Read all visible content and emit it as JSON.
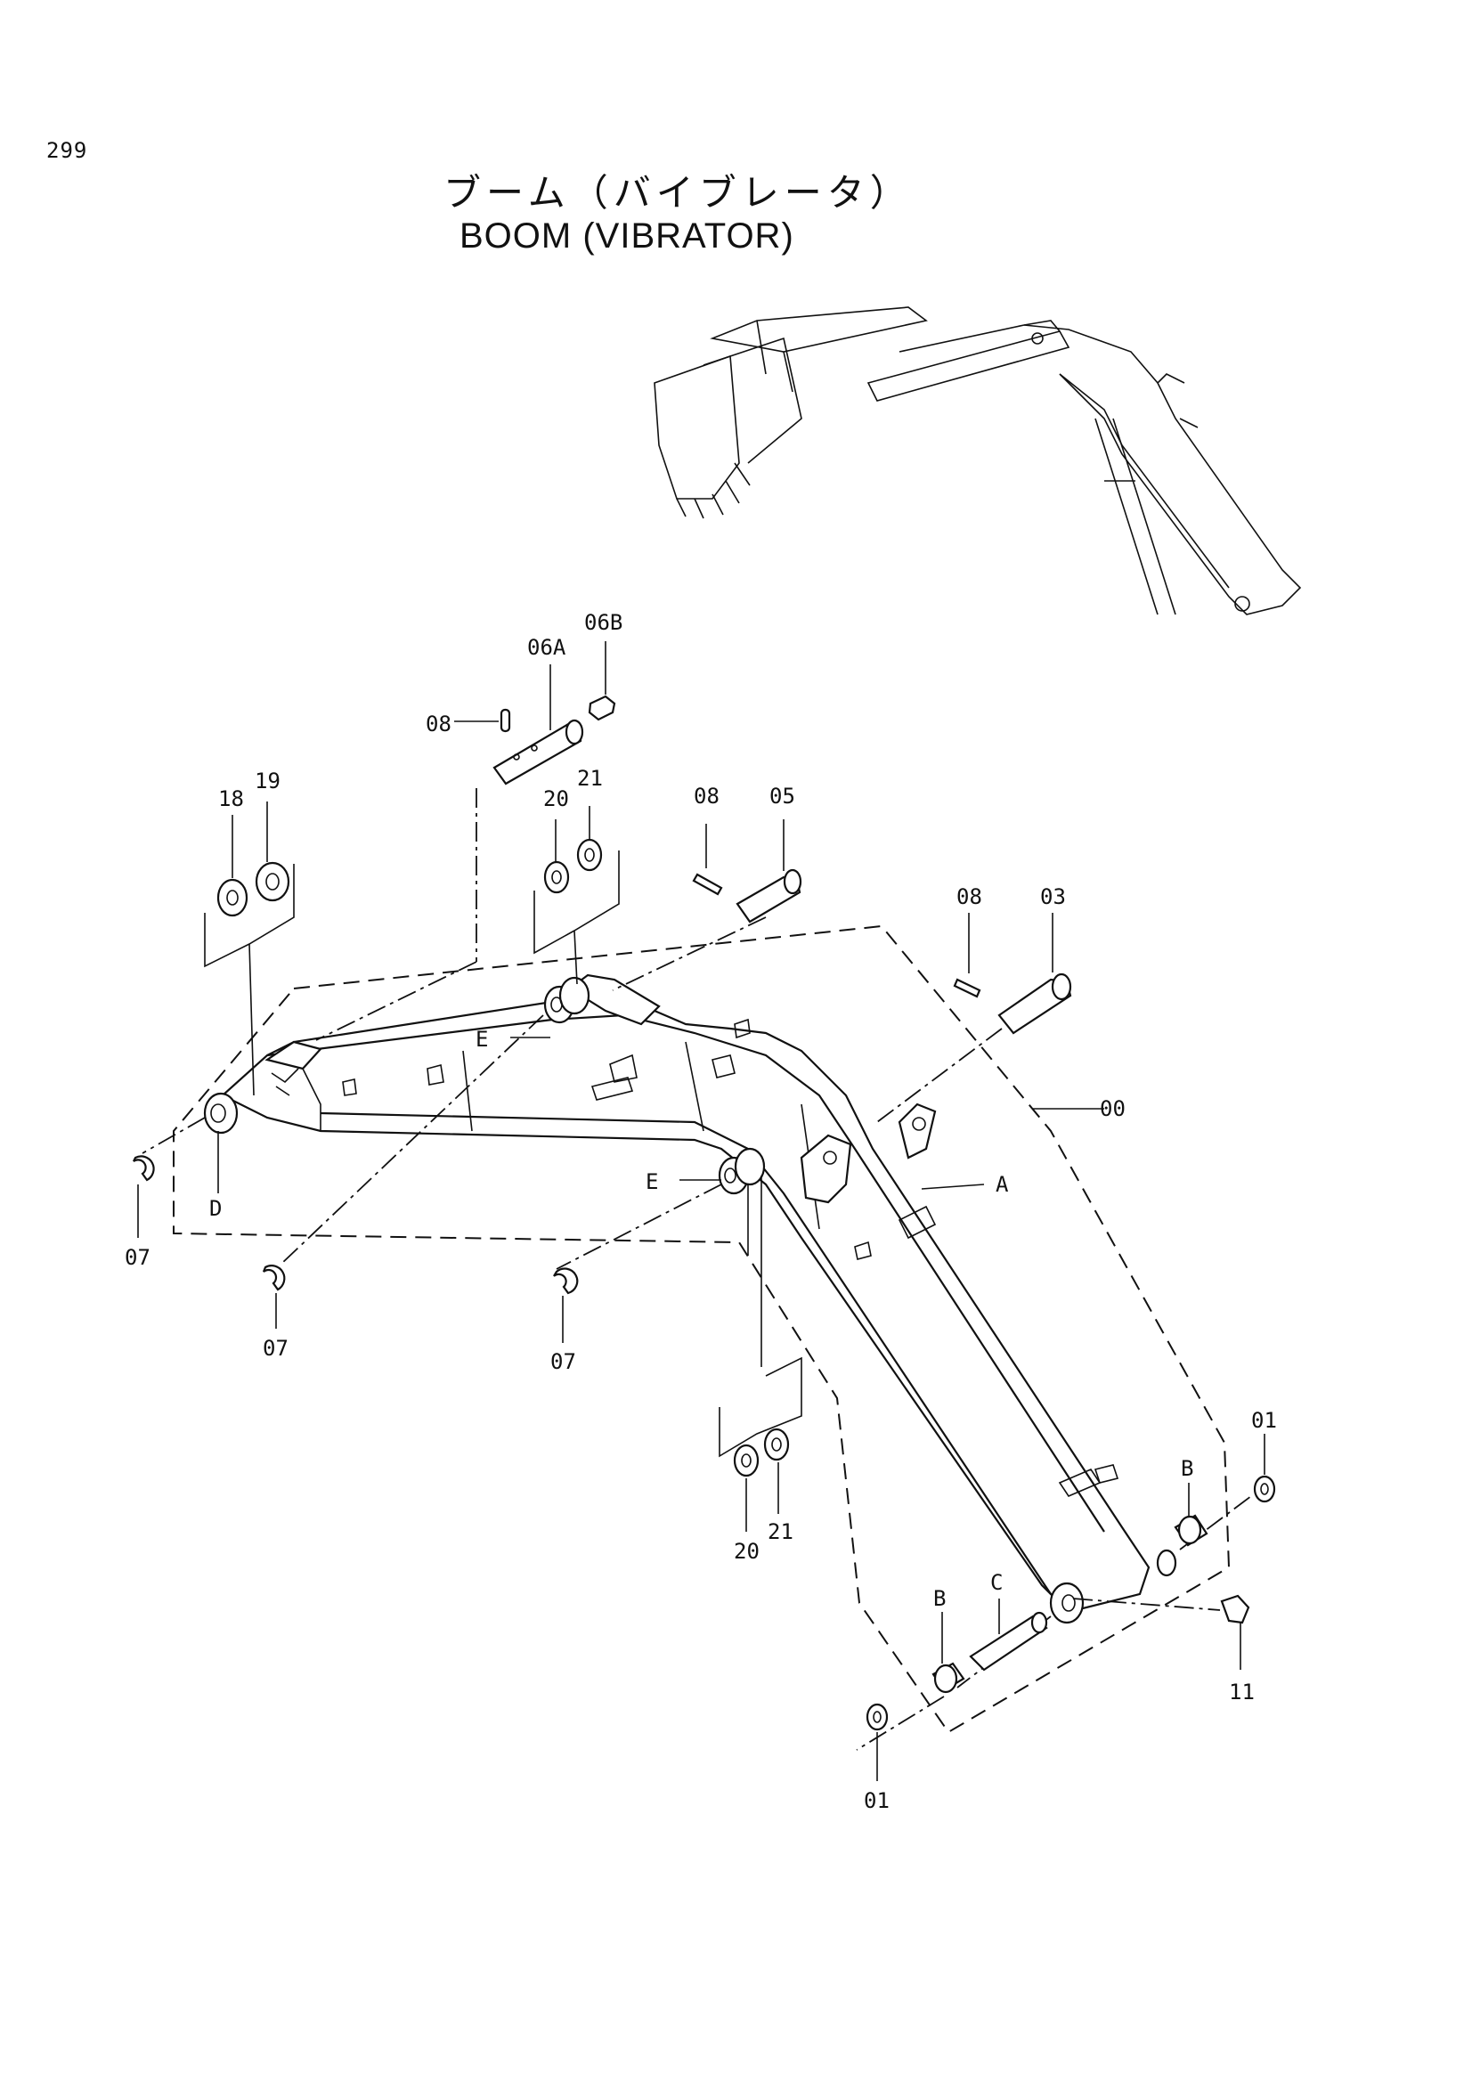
{
  "page": {
    "number": "299"
  },
  "title": {
    "jp": "ブーム（バイブレータ）",
    "en": "BOOM (VIBRATOR)"
  },
  "callouts": [
    {
      "id": "06B",
      "text": "06B"
    },
    {
      "id": "06A",
      "text": "06A"
    },
    {
      "id": "08-top",
      "text": "08"
    },
    {
      "id": "19",
      "text": "19"
    },
    {
      "id": "18",
      "text": "18"
    },
    {
      "id": "21-top",
      "text": "21"
    },
    {
      "id": "20-top",
      "text": "20"
    },
    {
      "id": "08-mid",
      "text": "08"
    },
    {
      "id": "05",
      "text": "05"
    },
    {
      "id": "08-right",
      "text": "08"
    },
    {
      "id": "03",
      "text": "03"
    },
    {
      "id": "E-upper",
      "text": "E"
    },
    {
      "id": "00",
      "text": "00"
    },
    {
      "id": "D",
      "text": "D"
    },
    {
      "id": "07-left",
      "text": "07"
    },
    {
      "id": "E-lower",
      "text": "E"
    },
    {
      "id": "A",
      "text": "A"
    },
    {
      "id": "07-mid",
      "text": "07"
    },
    {
      "id": "07-center",
      "text": "07"
    },
    {
      "id": "20-bottom",
      "text": "20"
    },
    {
      "id": "21-bottom",
      "text": "21"
    },
    {
      "id": "01-right",
      "text": "01"
    },
    {
      "id": "B-right",
      "text": "B"
    },
    {
      "id": "C",
      "text": "C"
    },
    {
      "id": "B-left",
      "text": "B"
    },
    {
      "id": "11",
      "text": "11"
    },
    {
      "id": "01-bottom",
      "text": "01"
    }
  ]
}
